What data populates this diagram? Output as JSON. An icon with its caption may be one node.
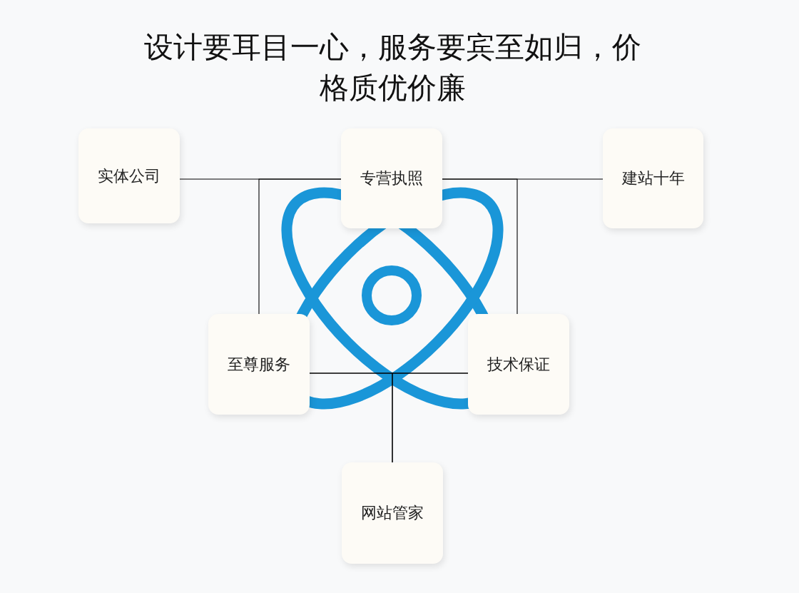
{
  "diagram": {
    "title": "设计要耳目一心，服务要宾至如归，价格质优价廉",
    "nodes": [
      {
        "text": [
          "实体公司"
        ]
      },
      {
        "text": [
          "专营执照"
        ]
      },
      {
        "text": [
          "建站十年"
        ]
      },
      {
        "text": [
          "至尊服务"
        ]
      },
      {
        "text": [
          "技术保证"
        ]
      },
      {
        "text": [
          "网站管家"
        ]
      }
    ],
    "edges": [
      {
        "from": 0,
        "to": 1,
        "arrow": "none"
      },
      {
        "from": 1,
        "to": 2,
        "arrow": "none"
      },
      {
        "from": 1,
        "to": 3,
        "arrow": "none"
      },
      {
        "from": 1,
        "to": 4,
        "arrow": "none"
      },
      {
        "from": 3,
        "to": 4,
        "arrow": "none"
      },
      {
        "from": 3,
        "to": 5,
        "arrow": "none"
      },
      {
        "from": 4,
        "to": 5,
        "arrow": "none"
      }
    ]
  }
}
